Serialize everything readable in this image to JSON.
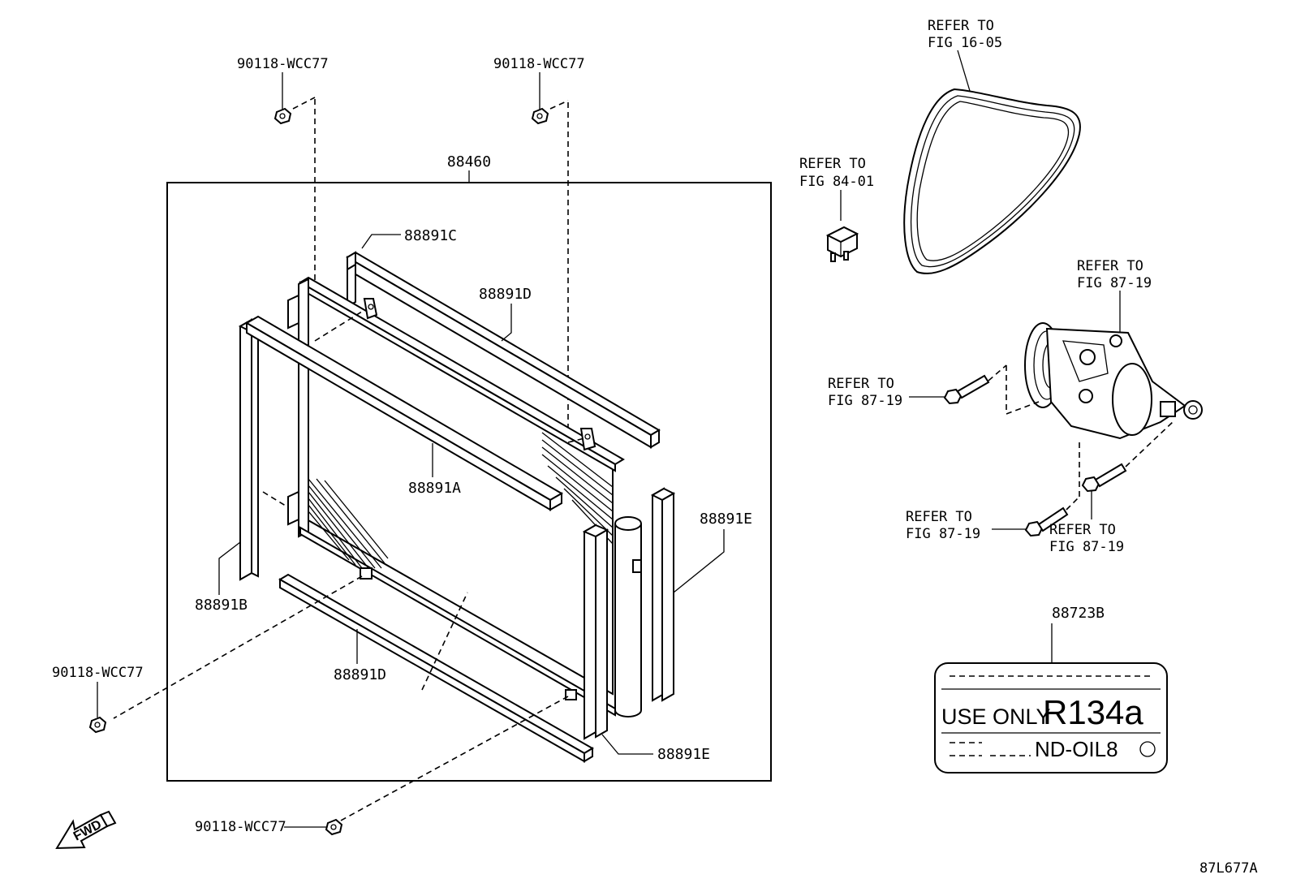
{
  "diagram": {
    "drawing_code": "87L677A",
    "assembly_label": "88460",
    "fwd_label": "FWD",
    "bolt_label": "90118-WCC77",
    "parts": {
      "p88891A": "88891A",
      "p88891B": "88891B",
      "p88891C": "88891C",
      "p88891D": "88891D",
      "p88891E": "88891E",
      "p88723B": "88723B"
    },
    "refer_to": "REFER TO",
    "fig_16_05": "FIG 16-05",
    "fig_84_01": "FIG 84-01",
    "fig_87_19": "FIG 87-19",
    "caution_label": {
      "use_only": "USE ONLY",
      "refrigerant": "R134a",
      "oil": "ND-OIL8"
    }
  }
}
